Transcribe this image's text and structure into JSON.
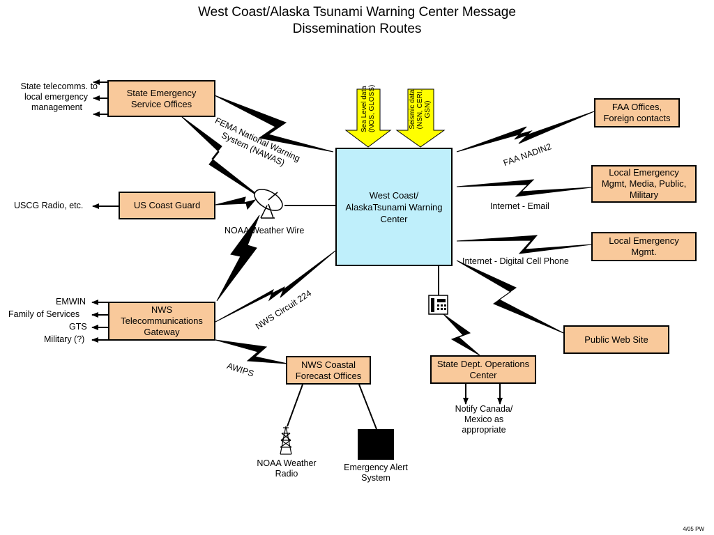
{
  "title": {
    "line1": "West Coast/Alaska Tsunami Warning Center Message",
    "line2": "Dissemination Routes"
  },
  "center_box": {
    "line1": "West Coast/",
    "line2": "AlaskaTsunami Warning",
    "line3": "Center"
  },
  "input_arrows": {
    "sea_level": {
      "line1": "Sea Level data",
      "line2": "(NOS, GLOSS)"
    },
    "seismic": {
      "line1": "Seismic data",
      "line2": "(NSN, CERI,",
      "line3": "GSN)"
    }
  },
  "boxes": {
    "state_emergency": {
      "line1": "State Emergency",
      "line2": "Service Offices"
    },
    "us_coast_guard": "US Coast Guard",
    "nws_telecom": {
      "line1": "NWS",
      "line2": "Telecommunications",
      "line3": "Gateway"
    },
    "nws_coastal": {
      "line1": "NWS Coastal",
      "line2": "Forecast Offices"
    },
    "state_dept": {
      "line1": "State Dept. Operations",
      "line2": "Center"
    },
    "faa_offices": {
      "line1": "FAA Offices,",
      "line2": "Foreign contacts"
    },
    "local_emergency_media": {
      "line1": "Local Emergency",
      "line2": "Mgmt, Media, Public,",
      "line3": "Military"
    },
    "local_emergency_mgmt": {
      "line1": "Local Emergency",
      "line2": "Mgmt."
    },
    "public_web": "Public Web Site"
  },
  "labels": {
    "state_telecomms": {
      "line1": "State telecomms. to",
      "line2": "local emergency",
      "line3": "management"
    },
    "uscg_radio": "USCG Radio, etc.",
    "emwin": "EMWIN",
    "family_services": "Family of Services",
    "gts": "GTS",
    "military": "Military (?)",
    "fema": {
      "line1": "FEMA National Warning",
      "line2": "System (NAWAS)"
    },
    "noaa_weather_wire": "NOAA Weather Wire",
    "nws_circuit": "NWS Circuit 224",
    "awips": "AWIPS",
    "faa_nadin": "FAA NADIN2",
    "internet_email": "Internet - Email",
    "internet_cell": "Internet - Digital Cell Phone",
    "notify": {
      "line1": "Notify Canada/",
      "line2": "Mexico as",
      "line3": "appropriate"
    },
    "noaa_radio": {
      "line1": "NOAA Weather",
      "line2": "Radio"
    },
    "eas": {
      "line1": "Emergency Alert",
      "line2": "System"
    }
  },
  "footnote": "4/05 PW",
  "colors": {
    "box_fill": "#f9c99b",
    "center_fill": "#bfeffb",
    "arrow_fill": "#ffff00"
  }
}
